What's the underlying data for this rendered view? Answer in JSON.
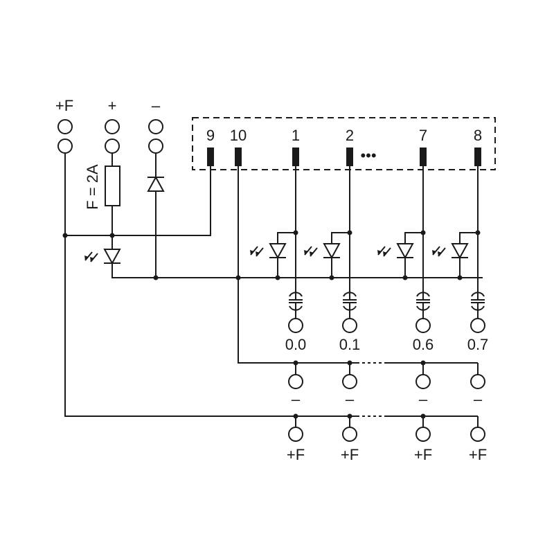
{
  "supply": {
    "plus_f": "+F",
    "plus": "+",
    "minus": "–",
    "fuse_label": "F = 2A"
  },
  "connector": {
    "pins": [
      "9",
      "10",
      "1",
      "2",
      "7",
      "8"
    ],
    "ellipsis": "•••"
  },
  "outputs": {
    "labels": [
      "0.0",
      "0.1",
      "0.6",
      "0.7"
    ],
    "minus_labels": [
      "–",
      "–",
      "–",
      "–"
    ],
    "plusf_labels": [
      "+F",
      "+F",
      "+F",
      "+F"
    ]
  }
}
